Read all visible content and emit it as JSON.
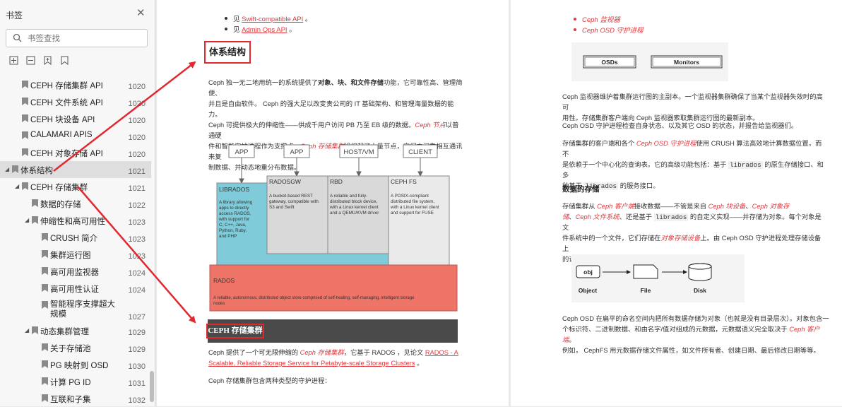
{
  "sidebar": {
    "title": "书签",
    "search_placeholder": "书签查找",
    "items": [
      {
        "label": "CEPH 存储集群 API",
        "page": "1020"
      },
      {
        "label": "CEPH 文件系统 API",
        "page": "1020"
      },
      {
        "label": "CEPH 块设备 API",
        "page": "1020"
      },
      {
        "label": "CALAMARI APIS",
        "page": "1020"
      },
      {
        "label": "CEPH 对象存储 API",
        "page": "1020"
      },
      {
        "label": "体系结构",
        "page": "1021"
      },
      {
        "label": "CEPH 存储集群",
        "page": "1021"
      },
      {
        "label": "数据的存储",
        "page": "1022"
      },
      {
        "label": "伸缩性和高可用性",
        "page": "1023"
      },
      {
        "label": "CRUSH 简介",
        "page": "1023"
      },
      {
        "label": "集群运行图",
        "page": "1023"
      },
      {
        "label": "高可用监视器",
        "page": "1024"
      },
      {
        "label": "高可用性认证",
        "page": "1024"
      },
      {
        "label": "智能程序支撑超大规模",
        "page": "1027"
      },
      {
        "label": "动态集群管理",
        "page": "1029"
      },
      {
        "label": "关于存储池",
        "page": "1029"
      },
      {
        "label": "PG 映射到 OSD",
        "page": "1030"
      },
      {
        "label": "计算 PG ID",
        "page": "1031"
      },
      {
        "label": "互联和子集",
        "page": "1032"
      }
    ]
  },
  "page1": {
    "bullet1_prefix": "见 ",
    "bullet1_link": "Swift-compatible API",
    "bullet1_suffix": " 。",
    "bullet2_prefix": "见 ",
    "bullet2_link": "Admin Ops API",
    "bullet2_suffix": " 。",
    "heading_arch": "体系结构",
    "intro_a": "Ceph 独一无二地用统一的系统提供了",
    "intro_b": "对象、块、和文件存储",
    "intro_c": "功能，它可靠性高、管理简便、",
    "intro_line2": "并且是自由软件。 Ceph 的强大足以改变贵公司的 IT 基础架构、和管理海量数据的能力。",
    "intro_line3a": "Ceph 可提供极大的伸缩性——供成千用户访问 PB 乃至 EB 级的数据。",
    "intro_line3b": "Ceph 节点",
    "intro_line3c": "以普通硬",
    "intro_line4a": "件和智能守护进程作为支撑点，",
    "intro_line4b": "Ceph 存储集群",
    "intro_line4c": "组织起了大量节点，它们之间靠相互通讯来复",
    "intro_line5": "制数据、并动态地重分布数据。",
    "heading_cluster": "CEPH 存储集群",
    "cluster_p1a": "Ceph 提供了一个可无限伸缩的 ",
    "cluster_p1b": "Ceph 存储集群",
    "cluster_p1c": "，它基于 RADOS ，见论文 ",
    "cluster_p1_link1": "RADOS - A",
    "cluster_p1_link2": "Scalable, Reliable Storage Service for Petabyte-scale Storage Clusters",
    "cluster_p1_end": " 。",
    "cluster_p2": "Ceph 存储集群包含两种类型的守护进程：",
    "diagram": {
      "top_boxes": [
        "APP",
        "APP",
        "HOST/VM",
        "CLIENT"
      ],
      "librados_title": "LIBRADOS",
      "librados_desc": [
        "A library allowing",
        "apps to directly",
        "access RADOS,",
        "with support for",
        "C, C++, Java,",
        "Python, Ruby,",
        "and PHP"
      ],
      "radosgw_title": "RADOSGW",
      "radosgw_desc": [
        "A bucket-based REST",
        "gateway, compatible with",
        "S3 and Swift"
      ],
      "rbd_title": "RBD",
      "rbd_desc": [
        "A reliable and fully-",
        "distributed block device,",
        "with a Linux kernel client",
        "and a QEMU/KVM driver"
      ],
      "cephfs_title": "CEPH FS",
      "cephfs_desc": [
        "A POSIX-compliant",
        "distributed file system,",
        "with a Linux kernel client",
        "and support for FUSE"
      ],
      "rados_title": "RADOS",
      "rados_desc": [
        "A reliable, autonomous, distributed object store comprised of self-healing, self-managing, intelligent storage",
        "nodes"
      ]
    }
  },
  "page2": {
    "bullet1": "Ceph 监视器",
    "bullet2": "Ceph OSD 守护进程",
    "osds_label": "OSDs",
    "monitors_label": "Monitors",
    "para1_line1": "Ceph 监视器维护着集群运行图的主副本。一个监视器集群确保了当某个监视器失效时的高可",
    "para1_line2": "用性。存储集群客户端向 Ceph 监视器索取集群运行图的最新副本。",
    "para2": "Ceph OSD 守护进程检查自身状态、以及其它 OSD 的状态，并报告给监视器们。",
    "para3_a": "存储集群的客户端和各个 ",
    "para3_b": "Ceph OSD 守护进程",
    "para3_c": "使用 CRUSH 算法高效地计算数据位置，而不",
    "para3_line2a": "是依赖于一个中心化的查询表。它的高级功能包括：基于 ",
    "para3_mono1": "librados",
    "para3_line2b": " 的原生存储接口、和多",
    "para3_line3a": "种基于 ",
    "para3_mono2": "librados",
    "para3_line3b": " 的服务接口。",
    "heading_data": "数据的存储",
    "para4_a": "存储集群从 ",
    "para4_b": "Ceph 客户端",
    "para4_c": "接收数据——不管是来自 ",
    "para4_d": "Ceph 块设备",
    "para4_e": "、",
    "para4_f": "Ceph 对象存",
    "para4_line2a": "储",
    "para4_line2b": "、",
    "para4_line2c": "Ceph 文件系统",
    "para4_line2d": "、还是基于 ",
    "para4_mono": "librados",
    "para4_line2e": " 的自定义实现——并存储为对象。每个对象是文",
    "para4_line3a": "件系统中的一个文件，它们存储在",
    "para4_line3b": "对象存储设备",
    "para4_line3c": "上。由 Ceph OSD 守护进程处理存储设备上",
    "para4_line4": "的读/写操作。",
    "obj_box": "obj",
    "flow_labels": [
      "Object",
      "File",
      "Disk"
    ],
    "para5_line1": "Ceph OSD 在扁平的命名空间内把所有数据存储为对象（也就是没有目录层次）。对象包含一",
    "para5_line2a": "个标识符、二进制数据、和由名字/值对组成的元数据，元数据语义完全取决于 ",
    "para5_line2b": "Ceph 客户端",
    "para5_line2c": "。",
    "para5_line3": "例如， CephFS 用元数据存储文件属性，如文件所有者、创建日期、最后修改日期等等。"
  },
  "colors": {
    "annotation_red": "#e2282f",
    "librados": "#7fcbd9",
    "rados": "#ef7468",
    "gray_box": "#d9d9d9"
  }
}
